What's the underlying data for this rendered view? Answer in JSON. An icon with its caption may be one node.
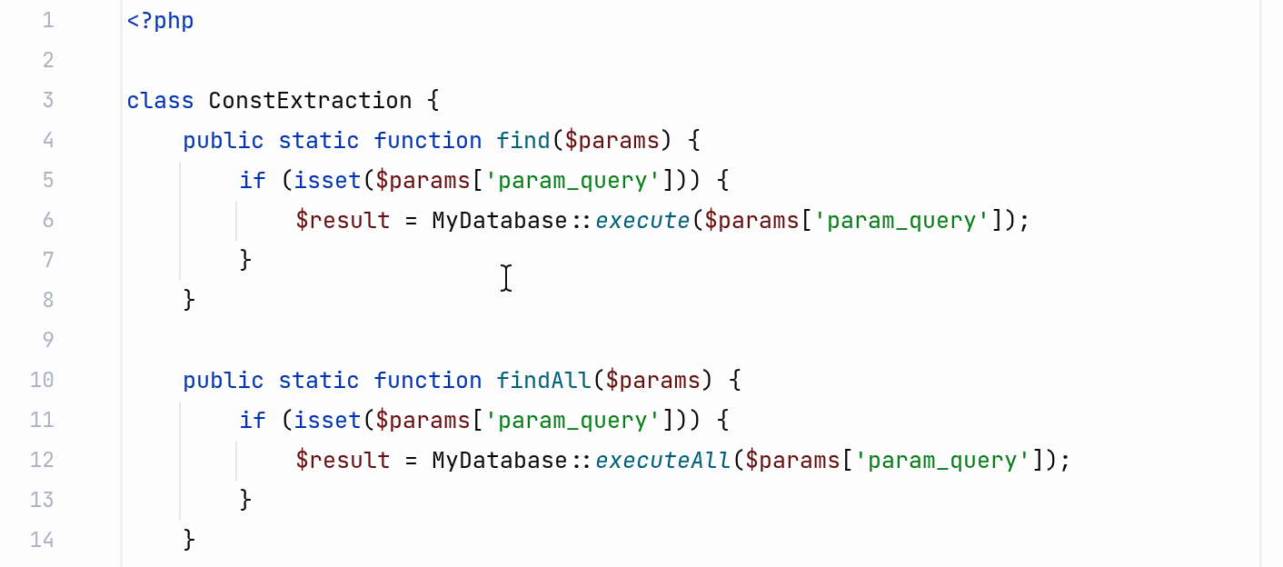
{
  "diagram": {
    "labels": [
      "1",
      "<?php",
      "2",
      "3",
      "class ConstExtraction {",
      "4",
      "public static function find($params) {",
      "5",
      "if (isset($params['param_query'])) {",
      "6",
      "$result = MyDatabase::execute($params['param_query']);",
      "7",
      "}",
      "8",
      "}",
      "9",
      "10",
      "public static function findAll($params) {",
      "11",
      "if (isset($params['param_query'])) {",
      "12",
      "$result = MyDatabase::executeAll($params['param_query']);",
      "13",
      "}",
      "14",
      "}"
    ]
  }
}
